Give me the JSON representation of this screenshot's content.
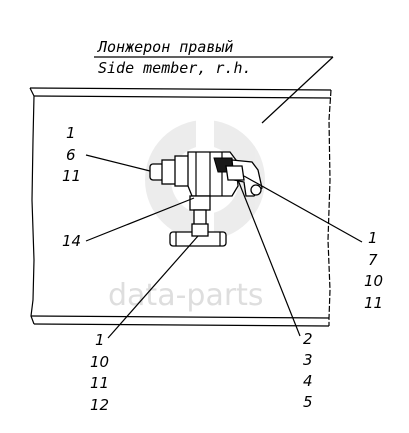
{
  "caption": {
    "line_ru": "Лонжерон правый",
    "line_en": "Side member, r.h."
  },
  "watermark": {
    "text": "data-parts"
  },
  "callouts": {
    "left_top": [
      "1",
      "6",
      "11"
    ],
    "left_mid": [
      "14"
    ],
    "bottom_left": [
      "1",
      "10",
      "11",
      "12"
    ],
    "right_top": [
      "1",
      "7",
      "10",
      "11"
    ],
    "bottom_right": [
      "2",
      "3",
      "4",
      "5"
    ]
  },
  "colors": {
    "line": "#000000",
    "watermark": "#d9d9d9"
  }
}
